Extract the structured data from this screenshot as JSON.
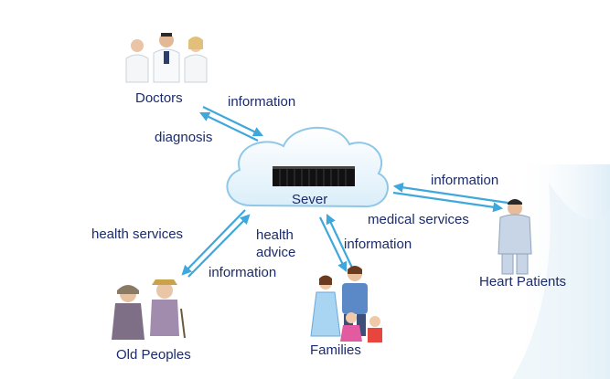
{
  "nodes": {
    "doctors": "Doctors",
    "server": "Sever",
    "heart_patients": "Heart Patients",
    "families": "Families",
    "old_peoples": "Old Peoples"
  },
  "edges": {
    "doctors_out": "information",
    "doctors_in": "diagnosis",
    "patients_out": "information",
    "patients_in": "medical services",
    "families_in_line1": "health",
    "families_in_line2": "advice",
    "families_out": "information",
    "old_in": "health services",
    "old_out": "information"
  },
  "colors": {
    "arrow": "#3ea7dc",
    "text": "#1b2b6b",
    "cloud": "#eef7fc",
    "cloud_edge": "#8fc7e6"
  }
}
